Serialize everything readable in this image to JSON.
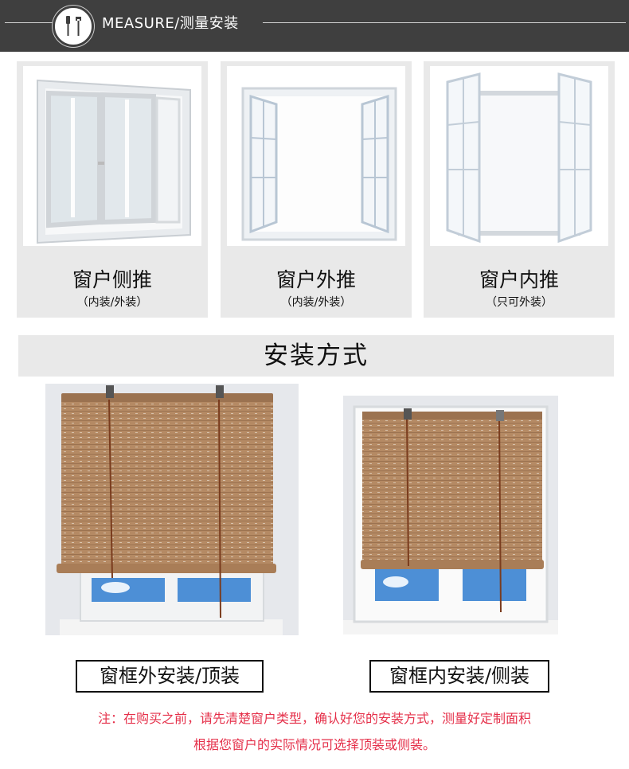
{
  "header": {
    "title": "MEASURE/测量安装",
    "icon": "tools-icon"
  },
  "window_types": [
    {
      "name": "窗户侧推",
      "note": "（内装/外装）"
    },
    {
      "name": "窗户外推",
      "note": "（内装/外装）"
    },
    {
      "name": "窗户内推",
      "note": "（只可外装）"
    }
  ],
  "section_title": "安装方式",
  "install_methods": [
    {
      "label": "窗框外安装/顶装"
    },
    {
      "label": "窗框内安装/侧装"
    }
  ],
  "notes": [
    "注：在购买之前，请先清楚窗户类型，确认好您的安装方式，测量好定制面积",
    "根据您窗户的实际情况可选择顶装或侧装。"
  ],
  "colors": {
    "header_bg": "#3f3f3f",
    "panel_bg": "#e9e9e9",
    "note_text": "#e5304a",
    "blind": "#b58a64"
  }
}
